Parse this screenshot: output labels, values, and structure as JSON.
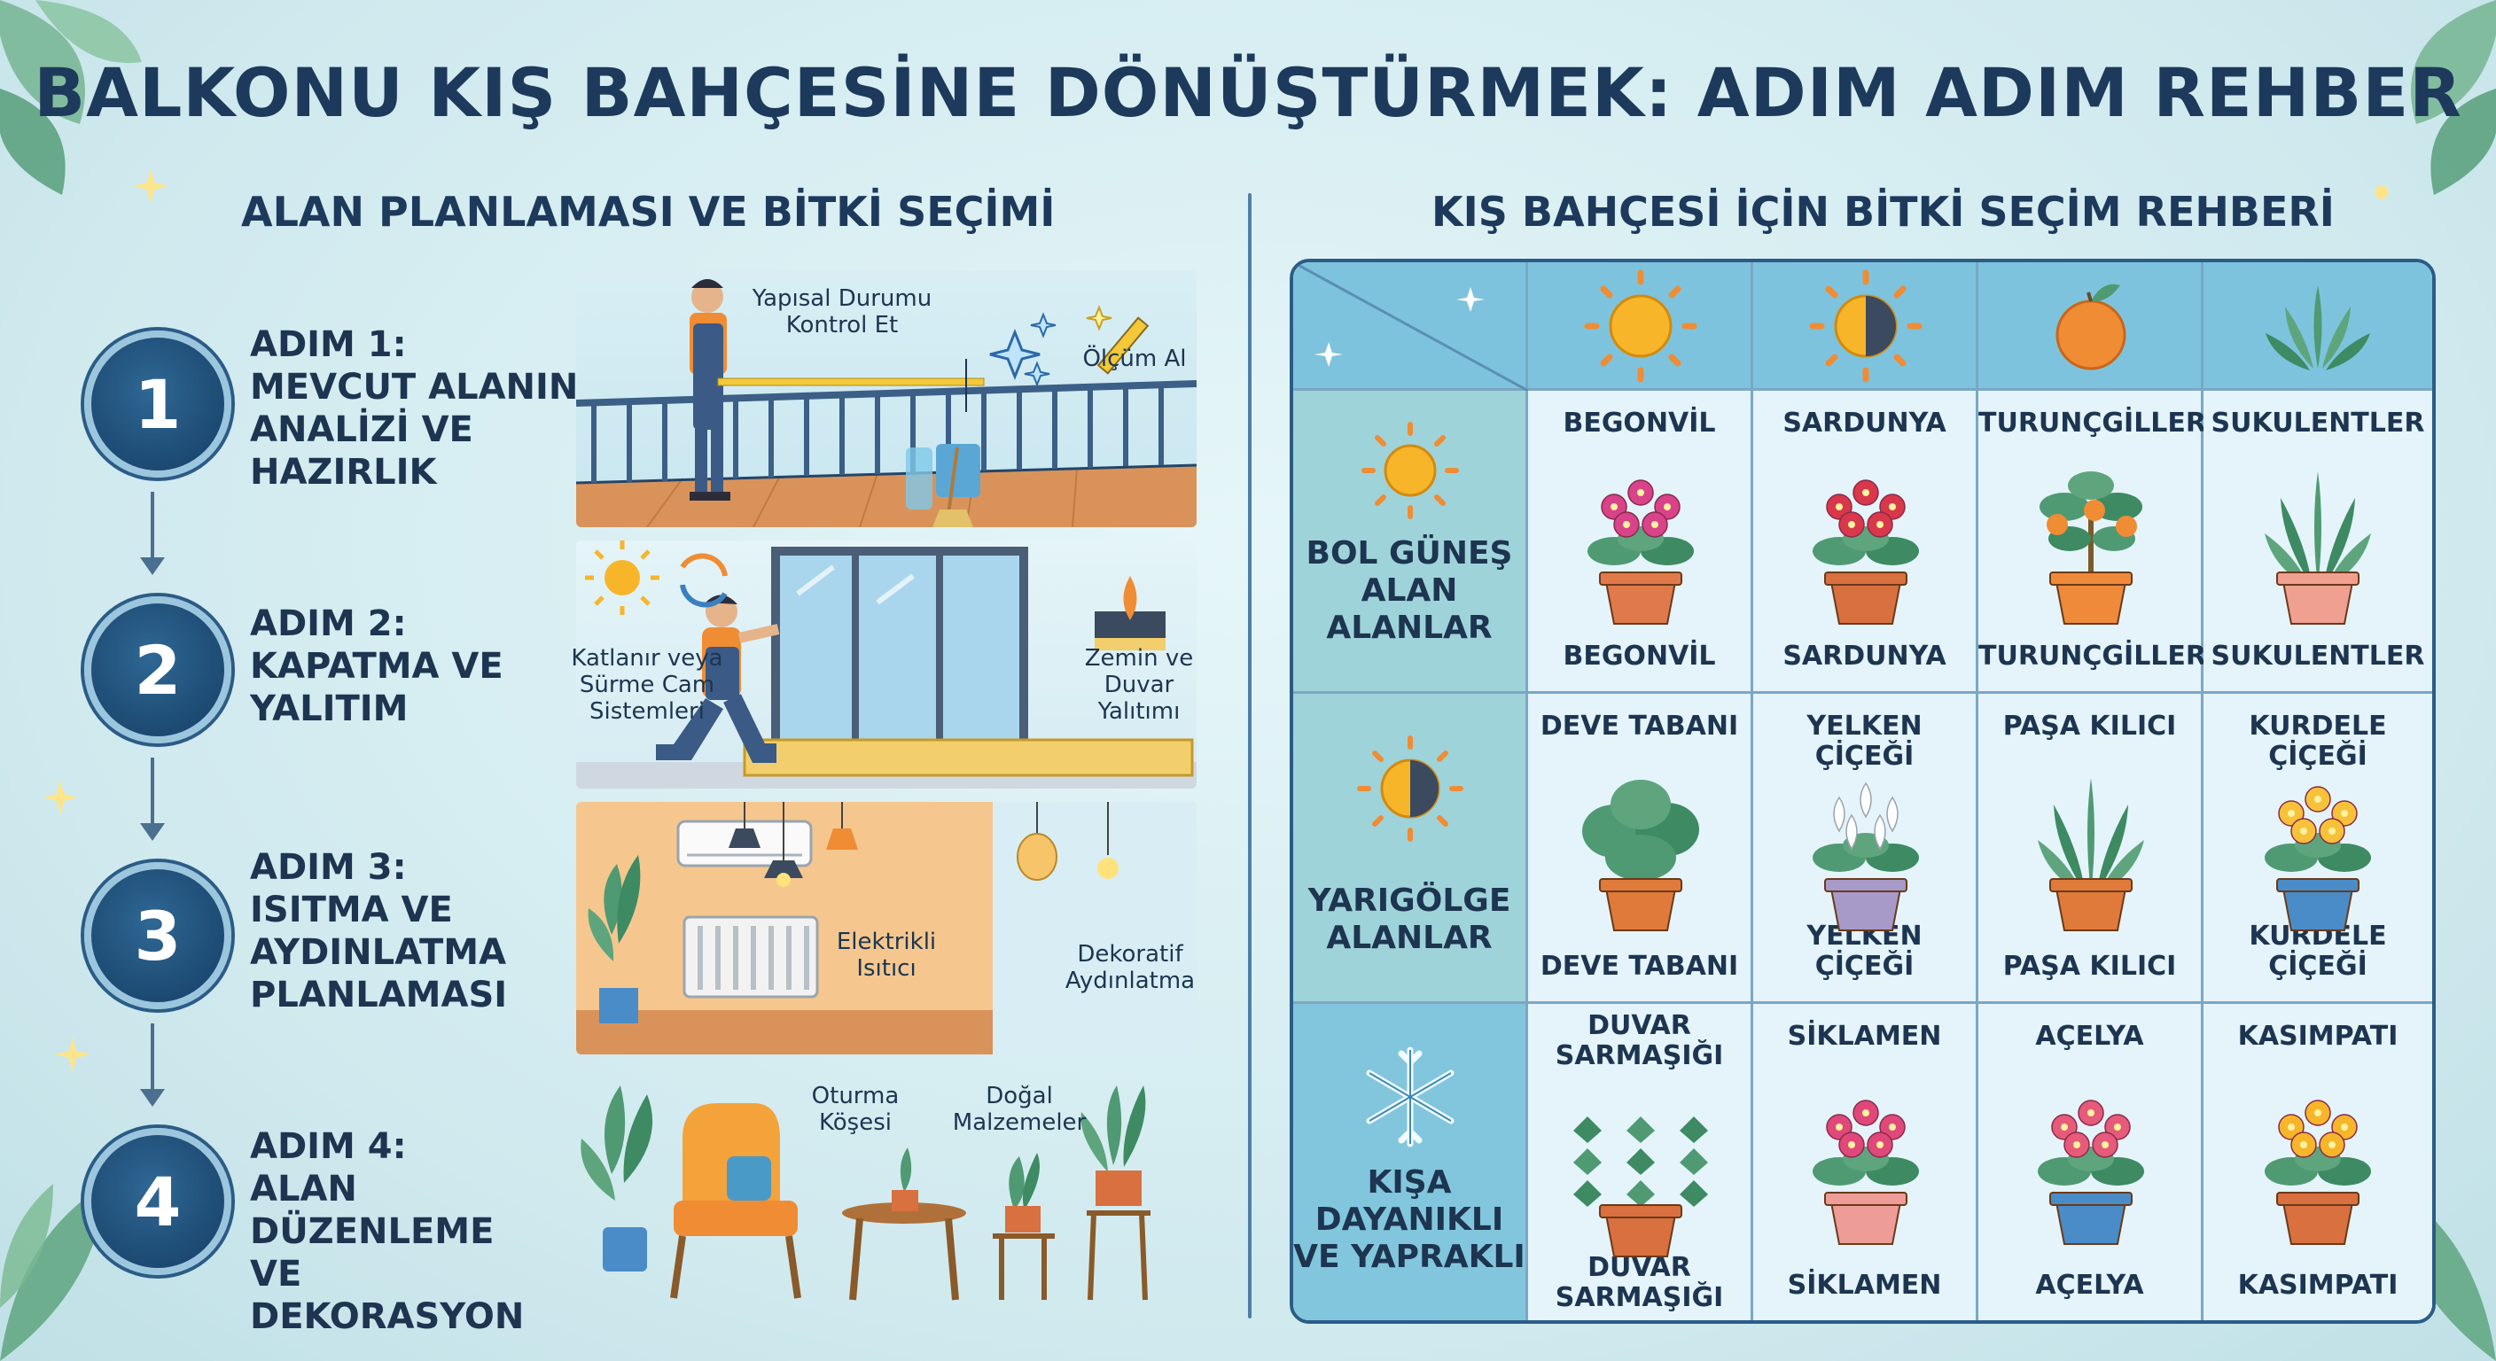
{
  "title": "BALKONU KIŞ BAHÇESİNE DÖNÜŞTÜRMEK: ADIM ADIM REHBER",
  "left_section_title": "ALAN PLANLAMASI VE BİTKİ SEÇİMİ",
  "right_section_title": "KIŞ BAHÇESİ İÇİN BİTKİ SEÇİM REHBERİ",
  "steps": [
    {
      "num": "1",
      "lines": [
        "ADIM 1:",
        "MEVCUT ALANIN",
        "ANALİZİ VE",
        "HAZIRLIK"
      ]
    },
    {
      "num": "2",
      "lines": [
        "ADIM 2:",
        "KAPATMA VE",
        "YALITIM"
      ]
    },
    {
      "num": "3",
      "lines": [
        "ADIM 3:",
        "ISITMA VE",
        "AYDINLATMA",
        "PLANLAMASI"
      ]
    },
    {
      "num": "4",
      "lines": [
        "ADIM 4:",
        "ALAN DÜZENLEME",
        "VE DEKORASYON"
      ]
    }
  ],
  "scene_labels": {
    "s1_check": [
      "Yapısal Durumu",
      "Kontrol Et"
    ],
    "s1_measure": "Ölçüm Al",
    "s2_systems": [
      "Katlanır veya",
      "Sürme Cam",
      "Sistemleri"
    ],
    "s2_insulation": [
      "Zemin ve",
      "Duvar",
      "Yalıtımı"
    ],
    "s3_heater": [
      "Elektrikli",
      "Isıtıcı"
    ],
    "s3_lighting": [
      "Dekoratif",
      "Aydınlatma"
    ],
    "s4_seating": [
      "Oturma",
      "Köşesi"
    ],
    "s4_materials": [
      "Doğal",
      "Malzemeler"
    ]
  },
  "table": {
    "rows": [
      {
        "label": [
          "BOL GÜNEŞ",
          "ALAN",
          "ALANLAR"
        ],
        "icon": "sun-icon",
        "plants": [
          {
            "top": [
              "BEGONVİL"
            ],
            "bottom": [
              "BEGONVİL"
            ],
            "kind": "bougainvillea",
            "pot": "#e07a4a"
          },
          {
            "top": [
              "SARDUNYA"
            ],
            "bottom": [
              "SARDUNYA"
            ],
            "kind": "geranium",
            "pot": "#d9703f"
          },
          {
            "top": [
              "TURUNÇGİLLER"
            ],
            "bottom": [
              "TURUNÇGİLLER"
            ],
            "kind": "citrus",
            "pot": "#ee8a3a"
          },
          {
            "top": [
              "SUKULENTLER"
            ],
            "bottom": [
              "SUKULENTLER"
            ],
            "kind": "succulent",
            "pot": "#f0a090"
          }
        ]
      },
      {
        "label": [
          "YARIGÖLGE",
          "ALANLAR"
        ],
        "icon": "half-sun-icon",
        "plants": [
          {
            "top": [
              "DEVE TABANI"
            ],
            "bottom": [
              "DEVE TABANI"
            ],
            "kind": "monstera",
            "pot": "#e07a3a"
          },
          {
            "top": [
              "YELKEN ÇİÇEĞİ"
            ],
            "bottom": [
              "YELKEN ÇİÇEĞİ"
            ],
            "kind": "peace-lily",
            "pot": "#a89ac8"
          },
          {
            "top": [
              "PAŞA KILICI"
            ],
            "bottom": [
              "PAŞA KILICI"
            ],
            "kind": "snake-plant",
            "pot": "#e07a3a"
          },
          {
            "top": [
              "KURDELE ÇİÇEĞİ"
            ],
            "bottom": [
              "KURDELE ÇİÇEĞİ"
            ],
            "kind": "ribbon",
            "pot": "#4a8cc8"
          }
        ]
      },
      {
        "label": [
          "KIŞA",
          "DAYANIKLI",
          "VE YAPRAKLI"
        ],
        "icon": "snowflake-icon",
        "plants": [
          {
            "top": [
              "DUVAR",
              "SARMAŞIĞI"
            ],
            "bottom": [
              "DUVAR",
              "SARMAŞIĞI"
            ],
            "kind": "ivy",
            "pot": "#d9703f"
          },
          {
            "top": [
              "SİKLAMEN"
            ],
            "bottom": [
              "SİKLAMEN"
            ],
            "kind": "cyclamen",
            "pot": "#ee9c98"
          },
          {
            "top": [
              "AÇELYA"
            ],
            "bottom": [
              "AÇELYA"
            ],
            "kind": "azalea",
            "pot": "#4a8cc8"
          },
          {
            "top": [
              "KASIMPATI"
            ],
            "bottom": [
              "KASIMPATI"
            ],
            "kind": "chrysanthemum",
            "pot": "#d9703f"
          }
        ]
      }
    ],
    "header_icons": [
      "sun-icon",
      "half-sun-icon",
      "orange-icon",
      "succulent-icon"
    ]
  },
  "colors": {
    "navy": "#1d3a5c",
    "table_border": "#2b5c86",
    "header_blue": "#7ec3dd",
    "row_teal": "#9fd3da",
    "sun": "#f7b52a"
  }
}
